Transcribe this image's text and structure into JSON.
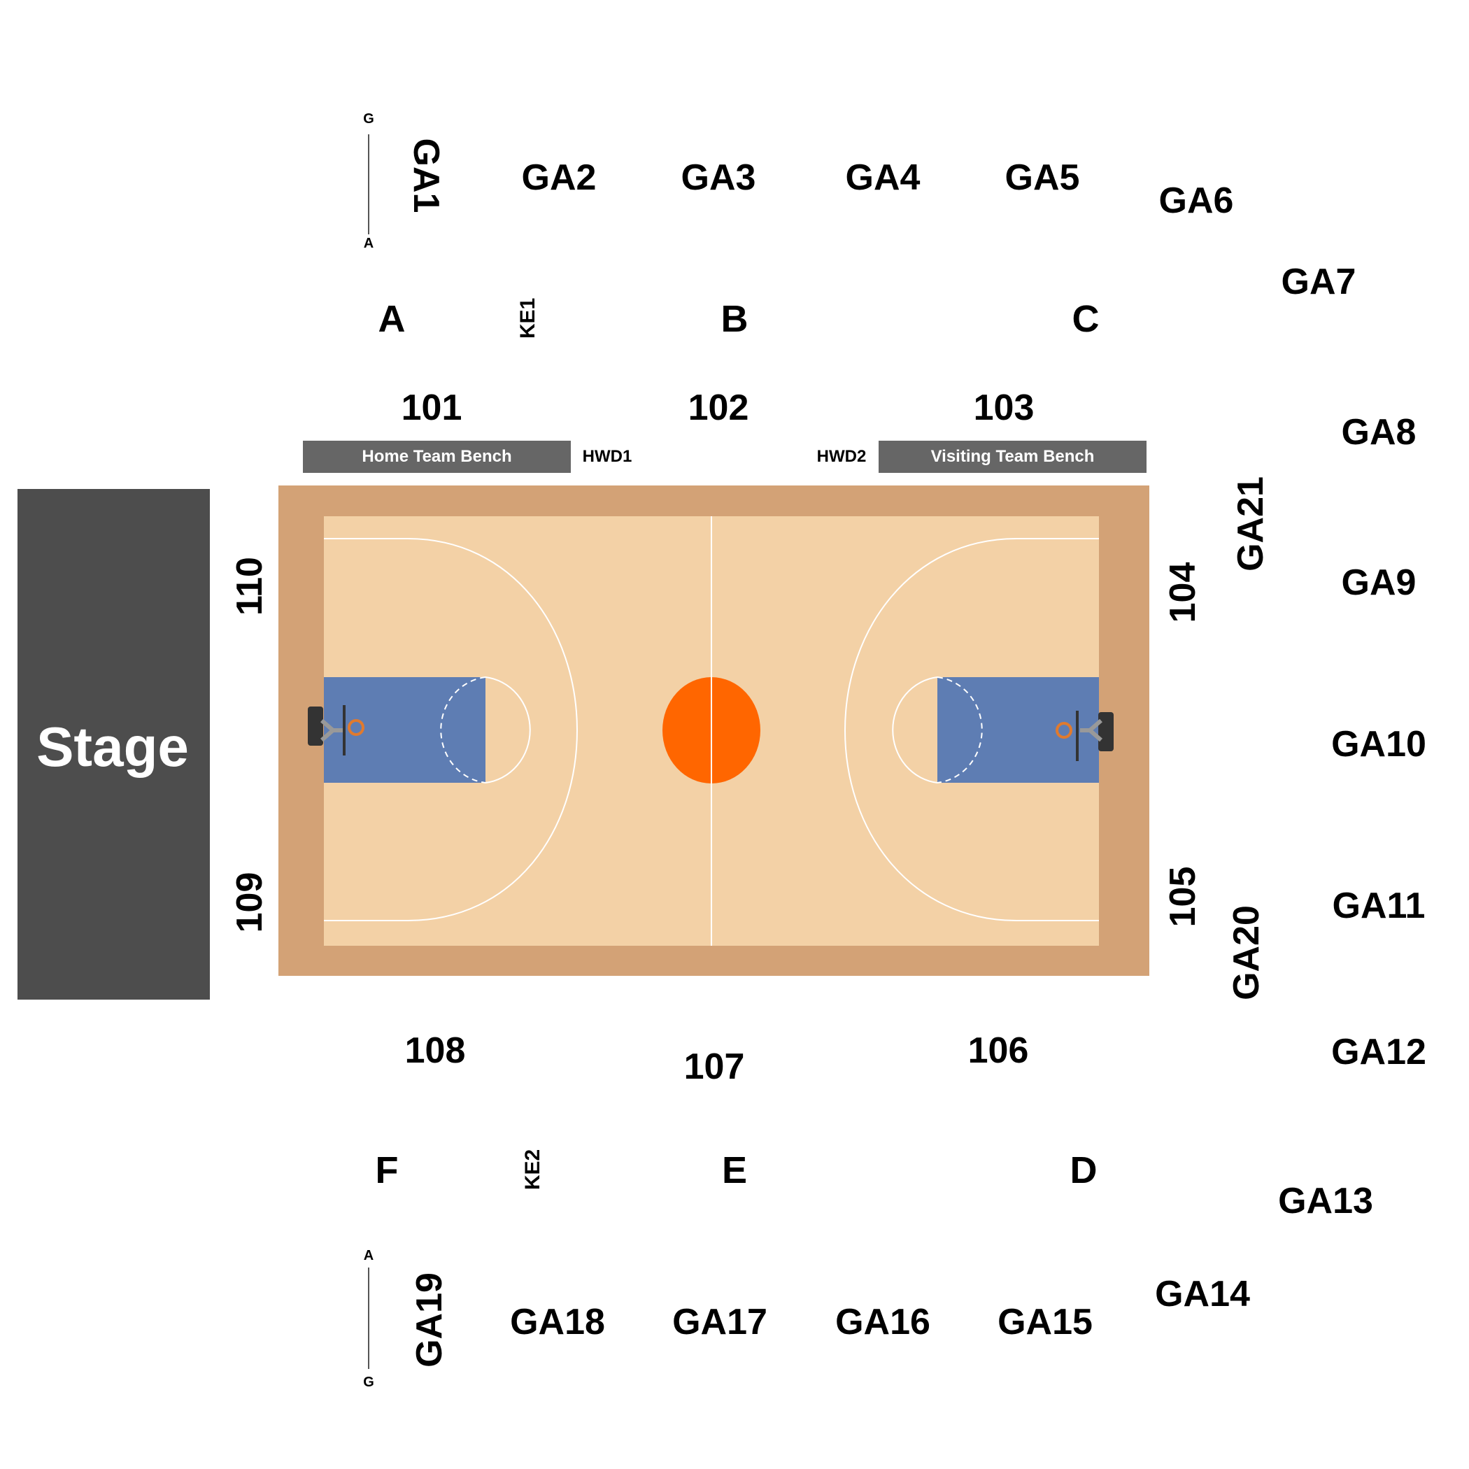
{
  "stage_label": "Stage",
  "benches": {
    "home": "Home Team Bench",
    "visiting": "Visiting Team Bench"
  },
  "markers": {
    "hwd1": "HWD1",
    "hwd2": "HWD2",
    "ke1": "KE1",
    "ke2": "KE2"
  },
  "court_sections": {
    "s101": "101",
    "s102": "102",
    "s103": "103",
    "s104": "104",
    "s105": "105",
    "s106": "106",
    "s107": "107",
    "s108": "108",
    "s109": "109",
    "s110": "110"
  },
  "floor_sections": {
    "a": "A",
    "b": "B",
    "c": "C",
    "d": "D",
    "e": "E",
    "f": "F"
  },
  "ga_sections": {
    "ga1": "GA1",
    "ga2": "GA2",
    "ga3": "GA3",
    "ga4": "GA4",
    "ga5": "GA5",
    "ga6": "GA6",
    "ga7": "GA7",
    "ga8": "GA8",
    "ga9": "GA9",
    "ga10": "GA10",
    "ga11": "GA11",
    "ga12": "GA12",
    "ga13": "GA13",
    "ga14": "GA14",
    "ga15": "GA15",
    "ga16": "GA16",
    "ga17": "GA17",
    "ga18": "GA18",
    "ga19": "GA19",
    "ga20": "GA20",
    "ga21": "GA21"
  },
  "row_markers": {
    "top_start": "G",
    "top_end": "A",
    "bottom_start": "A",
    "bottom_end": "G"
  },
  "colors": {
    "stage": "#4d4d4d",
    "court_border": "#d3a276",
    "court_floor": "#f3d1a6",
    "paint": "#5e7db3",
    "center_circle": "#ff6600",
    "bench": "#666666"
  }
}
